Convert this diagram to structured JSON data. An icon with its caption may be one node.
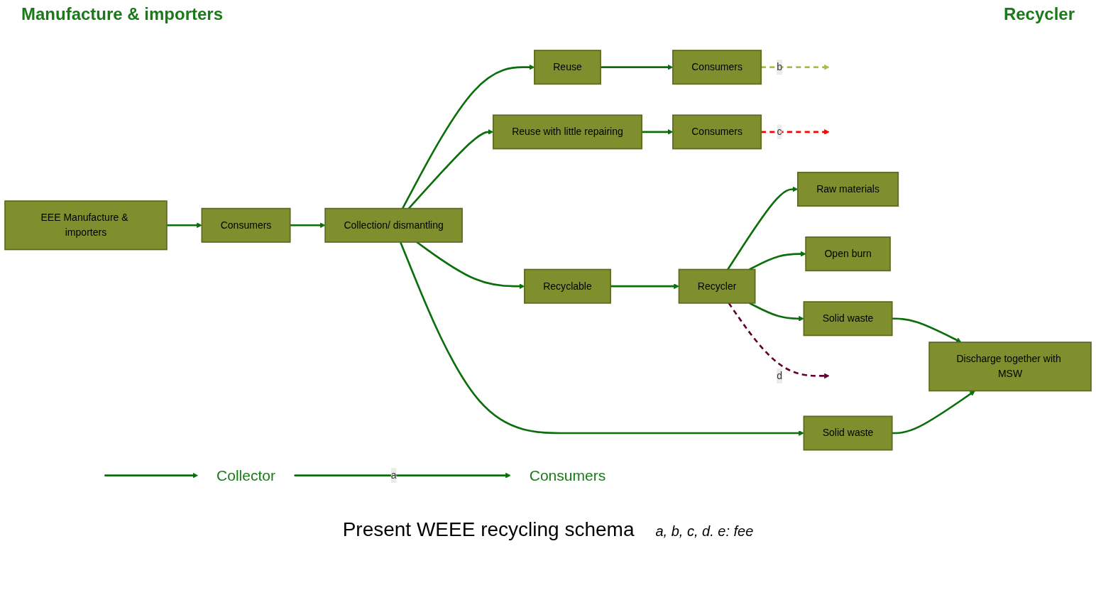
{
  "diagram": {
    "caption": "Present WEEE recycling schema",
    "nodes": [
      {
        "text": [
          "EEE Manufacture & importers"
        ]
      },
      {
        "text": [
          "Consumers"
        ]
      },
      {
        "text": [
          "Collection/ dismantling"
        ]
      },
      {
        "text": [
          "Reuse"
        ]
      },
      {
        "text": [
          "Reuse with little repairing"
        ]
      },
      {
        "text": [
          "Recyclable"
        ]
      },
      {
        "text": [
          "Solid waste"
        ]
      },
      {
        "text": [
          "Consumers"
        ]
      },
      {
        "text": [
          "Consumers"
        ]
      },
      {
        "text": [
          "Recycler"
        ]
      },
      {
        "text": [
          "Raw materials"
        ]
      },
      {
        "text": [
          "Open burn"
        ]
      },
      {
        "text": [
          "Solid waste"
        ]
      },
      {
        "text": [
          "Discharge together with MSW"
        ]
      },
      {
        "text": [
          "Collector"
        ]
      },
      {
        "text": [
          "Consumers"
        ]
      }
    ],
    "edges": [
      {
        "from": 0,
        "to": 1,
        "arrow": "to"
      },
      {
        "from": 1,
        "to": 2,
        "arrow": "to"
      },
      {
        "from": 2,
        "to": 3,
        "arrow": "to"
      },
      {
        "from": 2,
        "to": 4,
        "arrow": "to"
      },
      {
        "from": 2,
        "to": 5,
        "arrow": "to"
      },
      {
        "from": 2,
        "to": 6,
        "arrow": "to"
      },
      {
        "from": 3,
        "to": 7,
        "arrow": "to"
      },
      {
        "from": 4,
        "to": 8,
        "arrow": "to"
      },
      {
        "from": 5,
        "to": 9,
        "arrow": "to"
      },
      {
        "from": 9,
        "to": 10,
        "arrow": "to"
      },
      {
        "from": 9,
        "to": 11,
        "arrow": "to"
      },
      {
        "from": 9,
        "to": 12,
        "arrow": "to"
      },
      {
        "from": 6,
        "to": 13,
        "arrow": "to"
      },
      {
        "from": 12,
        "to": 13,
        "arrow": "to"
      },
      {
        "from": 7,
        "to": null,
        "arrow": "to",
        "label": "b",
        "style": "dashed",
        "color": "#a8c040"
      },
      {
        "from": 8,
        "to": null,
        "arrow": "to",
        "label": "c",
        "style": "dashed",
        "color": "#ff0000"
      },
      {
        "from": 9,
        "to": null,
        "arrow": "to",
        "label": "d",
        "style": "dashed",
        "color": "#600030"
      },
      {
        "from": null,
        "to": 14,
        "arrow": "to"
      },
      {
        "from": 14,
        "to": 15,
        "arrow": "to",
        "label": "a"
      }
    ],
    "labels": [
      "Manufacture & importers",
      "Recycler",
      "a, b, c, d. e: fee"
    ]
  }
}
